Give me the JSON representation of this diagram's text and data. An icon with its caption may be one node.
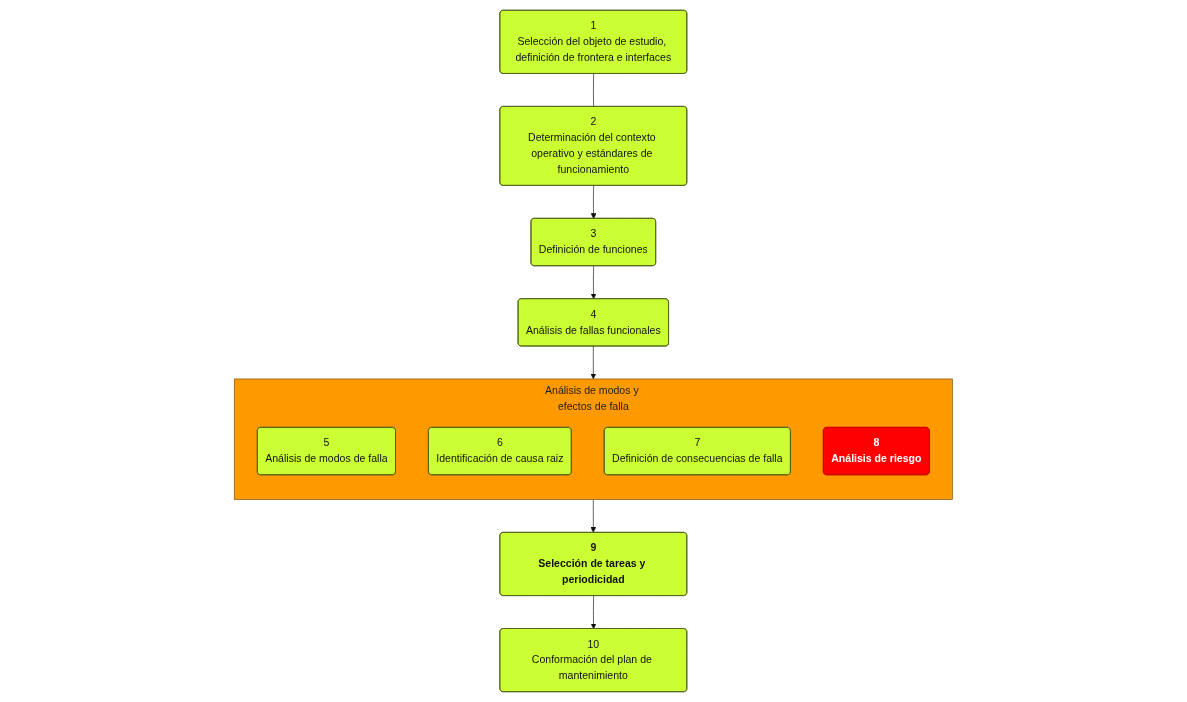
{
  "diagram": {
    "nodes": [
      {
        "text": [
          "1",
          "Selección del objeto de estudio, definición de frontera e interfaces"
        ]
      },
      {
        "text": [
          "2",
          "Determinación del contexto operativo y estándares de funcionamiento"
        ]
      },
      {
        "text": [
          "3",
          "Definición de funciones"
        ]
      },
      {
        "text": [
          "4",
          "Análisis de fallas funcionales"
        ]
      },
      {
        "text": [
          "Análisis de modos y efectos de falla"
        ]
      },
      {
        "text": [
          "5",
          "Análisis de modos de falla"
        ],
        "in": 4
      },
      {
        "text": [
          "6",
          "Identificación de causa raiz"
        ],
        "in": 4
      },
      {
        "text": [
          "7",
          "Definición de consecuencias de falla"
        ],
        "in": 4
      },
      {
        "text": [
          "8",
          "Análisis de riesgo"
        ],
        "in": 4
      },
      {
        "text": [
          "9",
          "Selección de tareas y periodicidad"
        ]
      },
      {
        "text": [
          "10",
          "Conformación del plan de mantenimiento"
        ]
      }
    ],
    "edges": [
      {
        "from": 0,
        "to": 1,
        "arrow": "none"
      },
      {
        "from": 1,
        "to": 2,
        "arrow": "to"
      },
      {
        "from": 2,
        "to": 3,
        "arrow": "to"
      },
      {
        "from": 3,
        "to": 4,
        "arrow": "to"
      },
      {
        "from": 4,
        "to": 9,
        "arrow": "to"
      },
      {
        "from": 9,
        "to": 10,
        "arrow": "to"
      }
    ]
  }
}
